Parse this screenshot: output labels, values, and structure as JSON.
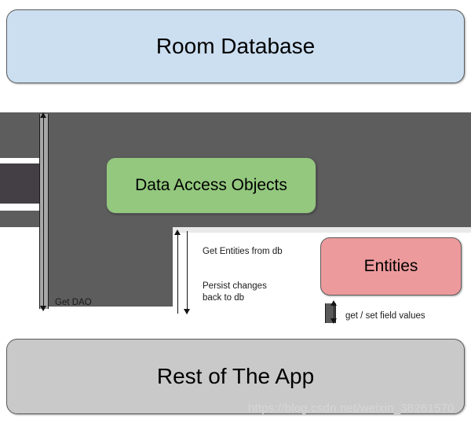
{
  "diagram": {
    "title": "Room Database architecture diagram",
    "nodes": [
      {
        "id": "room",
        "label": "Room Database",
        "color": "#ccdff1"
      },
      {
        "id": "dao",
        "label": "Data Access Objects",
        "color": "#93c87e"
      },
      {
        "id": "entities",
        "label": "Entities",
        "color": "#ed9a9c"
      },
      {
        "id": "rest",
        "label": "Rest of The App",
        "color": "#c9c9c9"
      }
    ],
    "arrow_labels": [
      {
        "id": "get-dao",
        "text": "Get DAO"
      },
      {
        "id": "get-entities",
        "text": "Get Entities from db"
      },
      {
        "id": "persist",
        "text": "Persist changes\nback to db"
      },
      {
        "id": "get-set",
        "text": "get / set field values"
      }
    ],
    "watermark": "https://blog.csdn.net/weixin_38261570",
    "colors": {
      "band_light": "#5d5d5d",
      "band_dark": "#433f44",
      "stroke": "#141414",
      "lifeline": "#a8a8a8"
    }
  }
}
